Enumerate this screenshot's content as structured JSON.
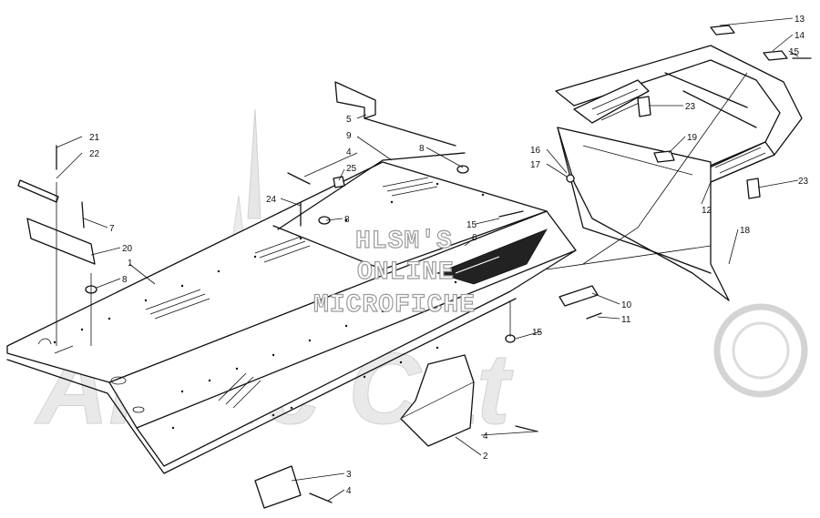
{
  "watermark": {
    "lines": [
      "HLSM'S",
      "ONLINE",
      "MICROFICHE"
    ],
    "logo": "Arctic Cat"
  },
  "callouts": [
    {
      "id": "c13",
      "label": "13"
    },
    {
      "id": "c14",
      "label": "14"
    },
    {
      "id": "c15a",
      "label": "15"
    },
    {
      "id": "c23a",
      "label": "23"
    },
    {
      "id": "c16",
      "label": "16"
    },
    {
      "id": "c17",
      "label": "17"
    },
    {
      "id": "c19",
      "label": "19"
    },
    {
      "id": "c23b",
      "label": "23"
    },
    {
      "id": "c12",
      "label": "12"
    },
    {
      "id": "c18",
      "label": "18"
    },
    {
      "id": "c5",
      "label": "5"
    },
    {
      "id": "c9",
      "label": "9"
    },
    {
      "id": "c4a",
      "label": "4"
    },
    {
      "id": "c8a",
      "label": "8"
    },
    {
      "id": "c25",
      "label": "25"
    },
    {
      "id": "c21",
      "label": "21"
    },
    {
      "id": "c22",
      "label": "22"
    },
    {
      "id": "c24",
      "label": "24"
    },
    {
      "id": "c7",
      "label": "7"
    },
    {
      "id": "c8b",
      "label": "8"
    },
    {
      "id": "c15b",
      "label": "15"
    },
    {
      "id": "c6",
      "label": "6"
    },
    {
      "id": "c20",
      "label": "20"
    },
    {
      "id": "c1",
      "label": "1"
    },
    {
      "id": "c8c",
      "label": "8"
    },
    {
      "id": "c10",
      "label": "10"
    },
    {
      "id": "c11",
      "label": "11"
    },
    {
      "id": "c15c",
      "label": "15"
    },
    {
      "id": "c4b",
      "label": "4"
    },
    {
      "id": "c2",
      "label": "2"
    },
    {
      "id": "c3",
      "label": "3"
    },
    {
      "id": "c4c",
      "label": "4"
    }
  ]
}
